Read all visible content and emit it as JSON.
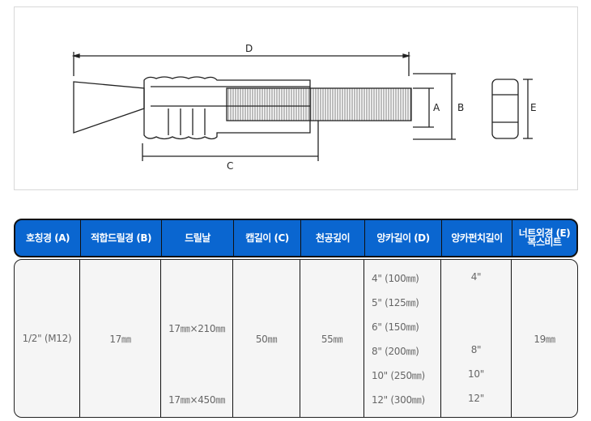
{
  "diagram": {
    "labels": {
      "d": "D",
      "a": "A",
      "b": "B",
      "c": "C",
      "e": "E"
    }
  },
  "table": {
    "headers": [
      "호칭경 (A)",
      "적합드릴경 (B)",
      "드릴날",
      "캡길이 (C)",
      "천공깊이",
      "앙카길이 (D)",
      "앙카펀치길이",
      "너트외경 (E)\n복스비트"
    ],
    "row": {
      "nominal": "1/2\" (M12)",
      "drill_dia": "17㎜",
      "drill_bits": [
        "17㎜×210㎜",
        "17㎜×450㎜"
      ],
      "cap_length": "50㎜",
      "depth": "55㎜",
      "anchor_lengths": [
        "4\" (100㎜)",
        "5\" (125㎜)",
        "6\" (150㎜)",
        "8\" (200㎜)",
        "10\" (250㎜)",
        "12\" (300㎜)"
      ],
      "punch_lengths": [
        "4\"",
        "",
        "",
        "8\"",
        "10\"",
        "12\""
      ],
      "nut_dia": "19㎜"
    }
  }
}
